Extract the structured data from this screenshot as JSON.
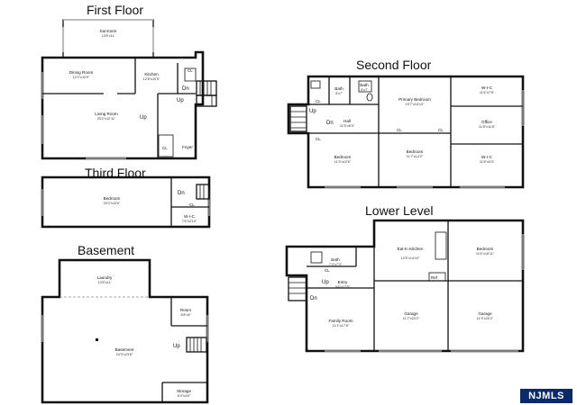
{
  "first_floor": {
    "title": "First Floor",
    "rooms": [
      {
        "name": "Sunroom",
        "dim": "13'5\"x11'"
      },
      {
        "name": "Dining Room",
        "dim": "12'2\"x10'9\""
      },
      {
        "name": "Kitchen",
        "dim": "12'8\"x10'5\""
      },
      {
        "name": "Living Room",
        "dim": "25'2\"x12'11\""
      },
      {
        "name": "Foyer",
        "dim": ""
      }
    ],
    "labels": {
      "dn": "Dn",
      "up": "Up",
      "up2": "Up",
      "cl": "CL",
      "cl2": "CL"
    }
  },
  "second_floor": {
    "title": "Second Floor",
    "rooms": [
      {
        "name": "Bath",
        "dim": "8'x7'"
      },
      {
        "name": "Bath",
        "dim": "8'x7'"
      },
      {
        "name": "Primary Bedroom",
        "dim": "15'7\"x14'10\""
      },
      {
        "name": "W-I-C",
        "dim": "11'6\"x7'6\""
      },
      {
        "name": "Office",
        "dim": "11'8\"x11'8\""
      },
      {
        "name": "Hall",
        "dim": "11'5\"x8'3\""
      },
      {
        "name": "Bedroom",
        "dim": "11'3\"x10'6\""
      },
      {
        "name": "Bedroom",
        "dim": "11'7\"x14'2\""
      },
      {
        "name": "W-I-C",
        "dim": "11'8\"x9'3\""
      }
    ],
    "labels": {
      "dn": "Dn",
      "up": "Up",
      "cl": "CL"
    }
  },
  "third_floor": {
    "title": "Third Floor",
    "rooms": [
      {
        "name": "Bedroom",
        "dim": "25'2\"x13'6\""
      },
      {
        "name": "W-I-C",
        "dim": "7'6\"x4'10\""
      }
    ],
    "labels": {
      "dn": "Dn",
      "cl": "CL"
    }
  },
  "basement": {
    "title": "Basement",
    "rooms": [
      {
        "name": "Laundry",
        "dim": "13'5\"x11'"
      },
      {
        "name": "Room",
        "dim": "8'8\"x9'"
      },
      {
        "name": "Basement",
        "dim": "24'3\"x23'8\""
      },
      {
        "name": "Storage",
        "dim": "6'4\"x4'6\""
      }
    ],
    "labels": {
      "up": "Up"
    }
  },
  "lower_level": {
    "title": "Lower Level",
    "rooms": [
      {
        "name": "Eat-In Kitchen",
        "dim": "12'5\"x14'10\""
      },
      {
        "name": "Bedroom",
        "dim": "11'6\"x16'11\""
      },
      {
        "name": "Bath",
        "dim": "7'4\"x7'3\""
      },
      {
        "name": "Entry",
        "dim": "9'4\"x12'5\""
      },
      {
        "name": "Family Room",
        "dim": "11'1\"x17'6\""
      },
      {
        "name": "Garage",
        "dim": "11'7\"x20'2\""
      },
      {
        "name": "Garage",
        "dim": "11'9\"x20'2\""
      }
    ],
    "labels": {
      "dn": "Dn",
      "up": "Up",
      "cl": "CL",
      "ref": "Ref"
    }
  },
  "logo": {
    "text": "NJMLS"
  }
}
